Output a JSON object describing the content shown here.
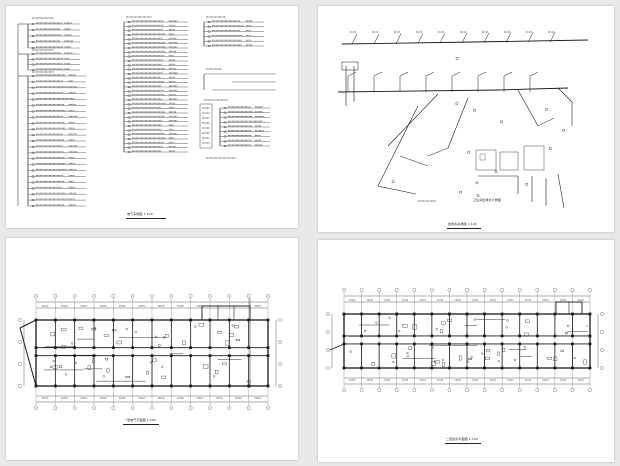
{
  "sheets": [
    {
      "id": "electrical-system",
      "caption": "电气系统图 1:100"
    },
    {
      "id": "plumbing-isometric",
      "caption": "给排水系统图 1:100"
    },
    {
      "id": "floor-plan-1",
      "caption": "一层电气平面图 1:100"
    },
    {
      "id": "floor-plan-2",
      "caption": "二层给水平面图 1:100"
    }
  ],
  "details": {
    "toilet_detail_caption": "卫生间给排水大样图"
  },
  "colors": {
    "background": "#e9e9e9",
    "sheet": "#ffffff",
    "ink": "#1a1a1a"
  }
}
